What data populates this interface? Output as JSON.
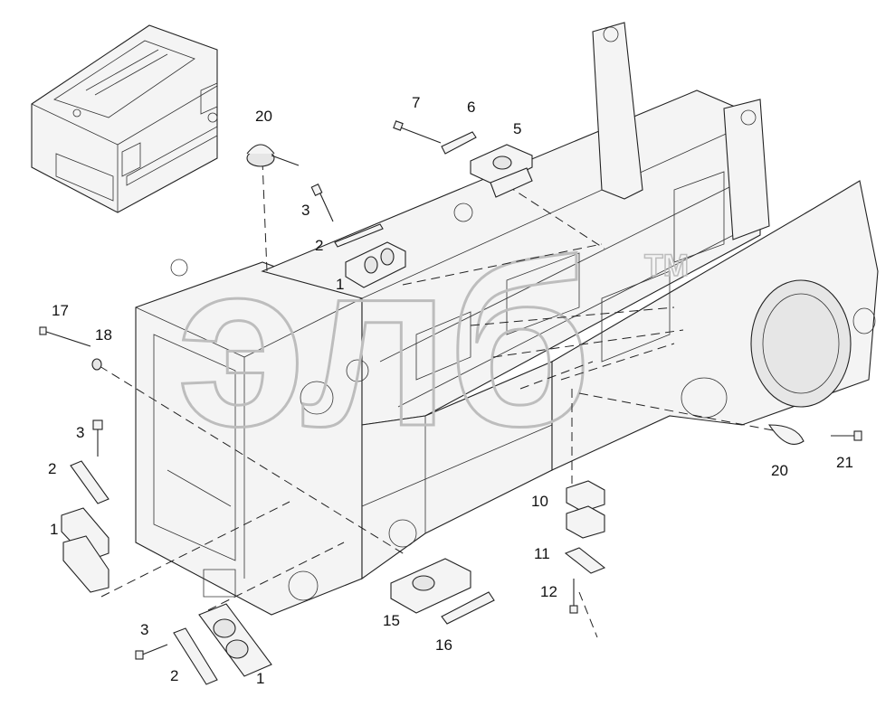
{
  "watermark": {
    "text": "элб",
    "trademark": "TM"
  },
  "callouts": [
    {
      "id": "c-20-top",
      "text": "20"
    },
    {
      "id": "c-7",
      "text": "7"
    },
    {
      "id": "c-6",
      "text": "6"
    },
    {
      "id": "c-5",
      "text": "5"
    },
    {
      "id": "c-3-top",
      "text": "3"
    },
    {
      "id": "c-2-top",
      "text": "2"
    },
    {
      "id": "c-1-top",
      "text": "1"
    },
    {
      "id": "c-17",
      "text": "17"
    },
    {
      "id": "c-18",
      "text": "18"
    },
    {
      "id": "c-3-left",
      "text": "3"
    },
    {
      "id": "c-2-left",
      "text": "2"
    },
    {
      "id": "c-1-left",
      "text": "1"
    },
    {
      "id": "c-3-bottom",
      "text": "3"
    },
    {
      "id": "c-2-bottom",
      "text": "2"
    },
    {
      "id": "c-1-bottom",
      "text": "1"
    },
    {
      "id": "c-15",
      "text": "15"
    },
    {
      "id": "c-16",
      "text": "16"
    },
    {
      "id": "c-10",
      "text": "10"
    },
    {
      "id": "c-11",
      "text": "11"
    },
    {
      "id": "c-12",
      "text": "12"
    },
    {
      "id": "c-20-right",
      "text": "20"
    },
    {
      "id": "c-21",
      "text": "21"
    }
  ]
}
